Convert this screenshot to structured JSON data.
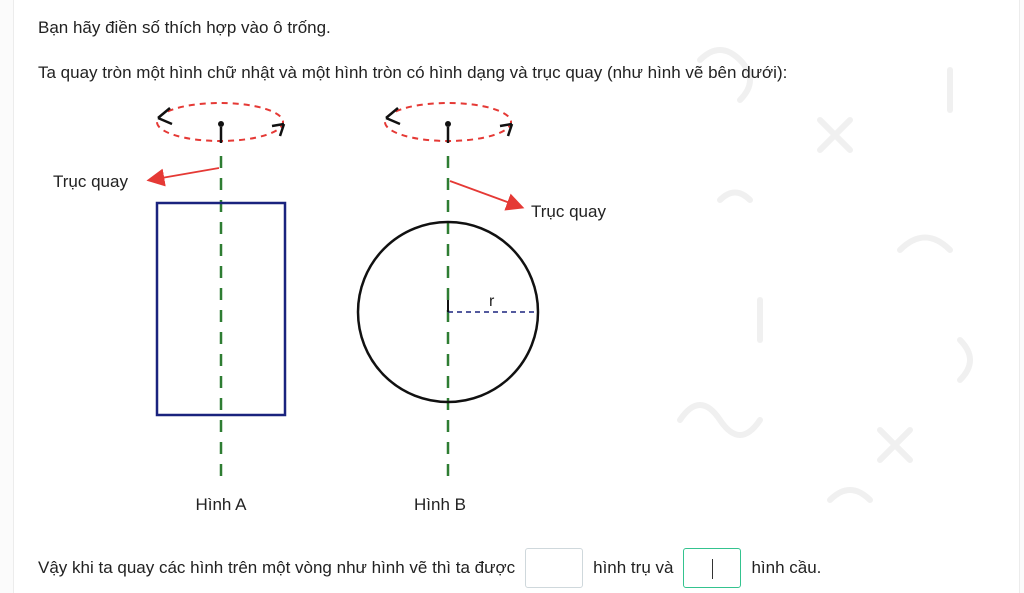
{
  "question": {
    "instruction": "Bạn hãy điền số thích hợp vào ô trống.",
    "description": "Ta quay tròn một hình chữ nhật và một hình tròn có hình dạng và trục quay (như hình vẽ bên dưới):"
  },
  "figure": {
    "axis_label_a": "Trục quay",
    "axis_label_b": "Trục quay",
    "radius_label": "r",
    "caption_a": "Hình A",
    "caption_b": "Hình B",
    "colors": {
      "axis": "#2e7d32",
      "rotation": "#e53935",
      "rectangle": "#1a237e",
      "circle": "#111111",
      "arrow": "#e53935"
    }
  },
  "answer": {
    "text_before": "Vậy khi ta quay các hình trên một vòng như hình vẽ thì ta được",
    "text_middle": "hình trụ và",
    "text_after": "hình cầu.",
    "input_cylinder_value": "",
    "input_sphere_value": ""
  }
}
